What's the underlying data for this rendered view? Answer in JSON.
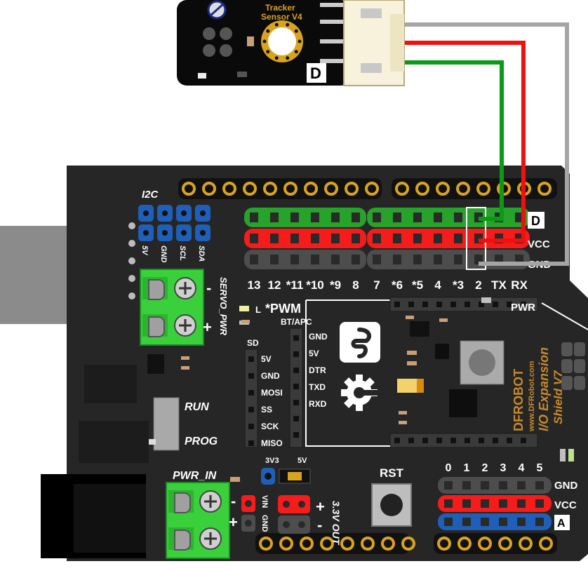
{
  "sensor": {
    "name_line1": "Tracker",
    "name_line2": "Sensor V4",
    "signal_letter": "D"
  },
  "i2c": {
    "title": "I2C",
    "pins": [
      "5V",
      "GND",
      "SCL",
      "SDA"
    ]
  },
  "servo_power": {
    "label": "SERVO_PWR",
    "minus": "-",
    "plus": "+"
  },
  "digital_row": {
    "pins_left": [
      "13",
      "12",
      "*11",
      "*10",
      "*9",
      "8"
    ],
    "pins_right": [
      "7",
      "*6",
      "*5",
      "4",
      "*3",
      "2",
      "TX",
      "RX"
    ],
    "rails": [
      "D",
      "VCC",
      "GND"
    ]
  },
  "indicators": {
    "l_led": "L",
    "pwm_note": "*PWM",
    "pwr_led": "PWR"
  },
  "sd_header": {
    "title": "SD",
    "pins": [
      "5V",
      "GND",
      "MOSI",
      "SS",
      "SCK",
      "MISO"
    ]
  },
  "bt_header": {
    "title": "BT/APC",
    "pins": [
      "GND",
      "5V",
      "DTR",
      "TXD",
      "RXD"
    ]
  },
  "switch": {
    "run": "RUN",
    "prog": "PROG"
  },
  "power_input": {
    "label": "PWR_IN",
    "minus": "-",
    "plus": "+",
    "vin": "VIN",
    "gnd": "GND"
  },
  "voltage_select": {
    "v33": "3V3",
    "v5": "5V"
  },
  "output_33": {
    "label": "3.3V OUT",
    "plus": "+",
    "minus": "-"
  },
  "reset": {
    "label": "RST"
  },
  "analog_row": {
    "pins": [
      "0",
      "1",
      "2",
      "3",
      "4",
      "5"
    ],
    "rails": [
      "GND",
      "VCC",
      "A"
    ]
  },
  "board_brand": {
    "brand": "DFROBOT",
    "site": "www.DFRobot.com",
    "name": "I/O Expansion",
    "version": "Shield V7"
  },
  "colors": {
    "board": "#262626",
    "digital_pin": "#27a22b",
    "power_pin": "#f51c1c",
    "ground_pin": "#4d4d4d",
    "analog_pin": "#1f5fb8",
    "terminal": "#39d03c",
    "wire_signal": "#0a9a16",
    "wire_vcc": "#f01010",
    "wire_gnd": "#a5a5a5",
    "gold_pad": "#d9a320"
  }
}
